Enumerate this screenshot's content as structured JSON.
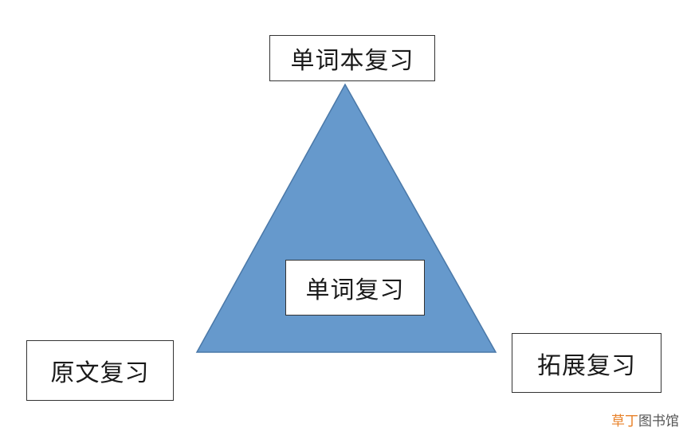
{
  "diagram": {
    "top_label": "单词本复习",
    "center_label": "单词复习",
    "left_label": "原文复习",
    "right_label": "拓展复习",
    "triangle_fill": "#6699cc",
    "triangle_stroke": "#4a78a8"
  },
  "watermark": {
    "part1": "草丁",
    "part2": "图书馆",
    "part1_color": "#e8822a"
  }
}
